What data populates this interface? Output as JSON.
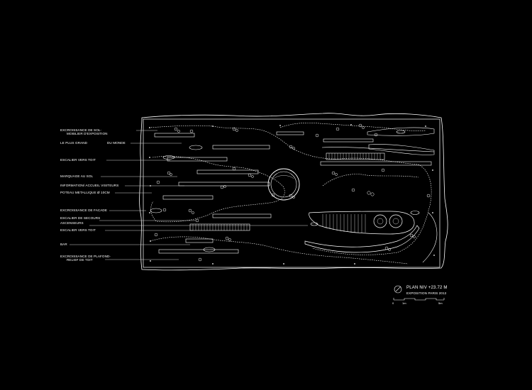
{
  "colors": {
    "background": "#000000",
    "line": "#ffffff",
    "accent": "#d8d8d8"
  },
  "legend": [
    {
      "text": "EXCROISSANCE DE SOL-"
    },
    {
      "text": "MOBILIER D'EXPOSITION"
    },
    {
      "text": "LE PLUS GRAND"
    },
    {
      "text": "DU MONDE"
    },
    {
      "text": "ESCALIER VERS TOIT"
    },
    {
      "text": "MARQUAGE AU SOL"
    },
    {
      "text": "INFORMATION/ ACCUEIL VISITEURS"
    },
    {
      "text": "POTEAU METALLIQUE  Ø 10CM"
    },
    {
      "text": "EXCROISSANCE DE FACADE"
    },
    {
      "text": "ESCALIER DE SECOURS"
    },
    {
      "text": "ASCENSEURS"
    },
    {
      "text": "ESCALIER VERS TOIT"
    },
    {
      "text": "BAR"
    },
    {
      "text": "EXCROISSANCE DE PLAFOND-"
    },
    {
      "text": "RELIEF DE TOIT"
    }
  ],
  "title_block": {
    "title": "PLAN NIV +23.72 M",
    "subtitle": "EXPOSITION PARIS 2012",
    "icon": "north-arrow-icon"
  },
  "scale_bar": {
    "labels": [
      "0",
      "1m",
      "5m"
    ]
  }
}
